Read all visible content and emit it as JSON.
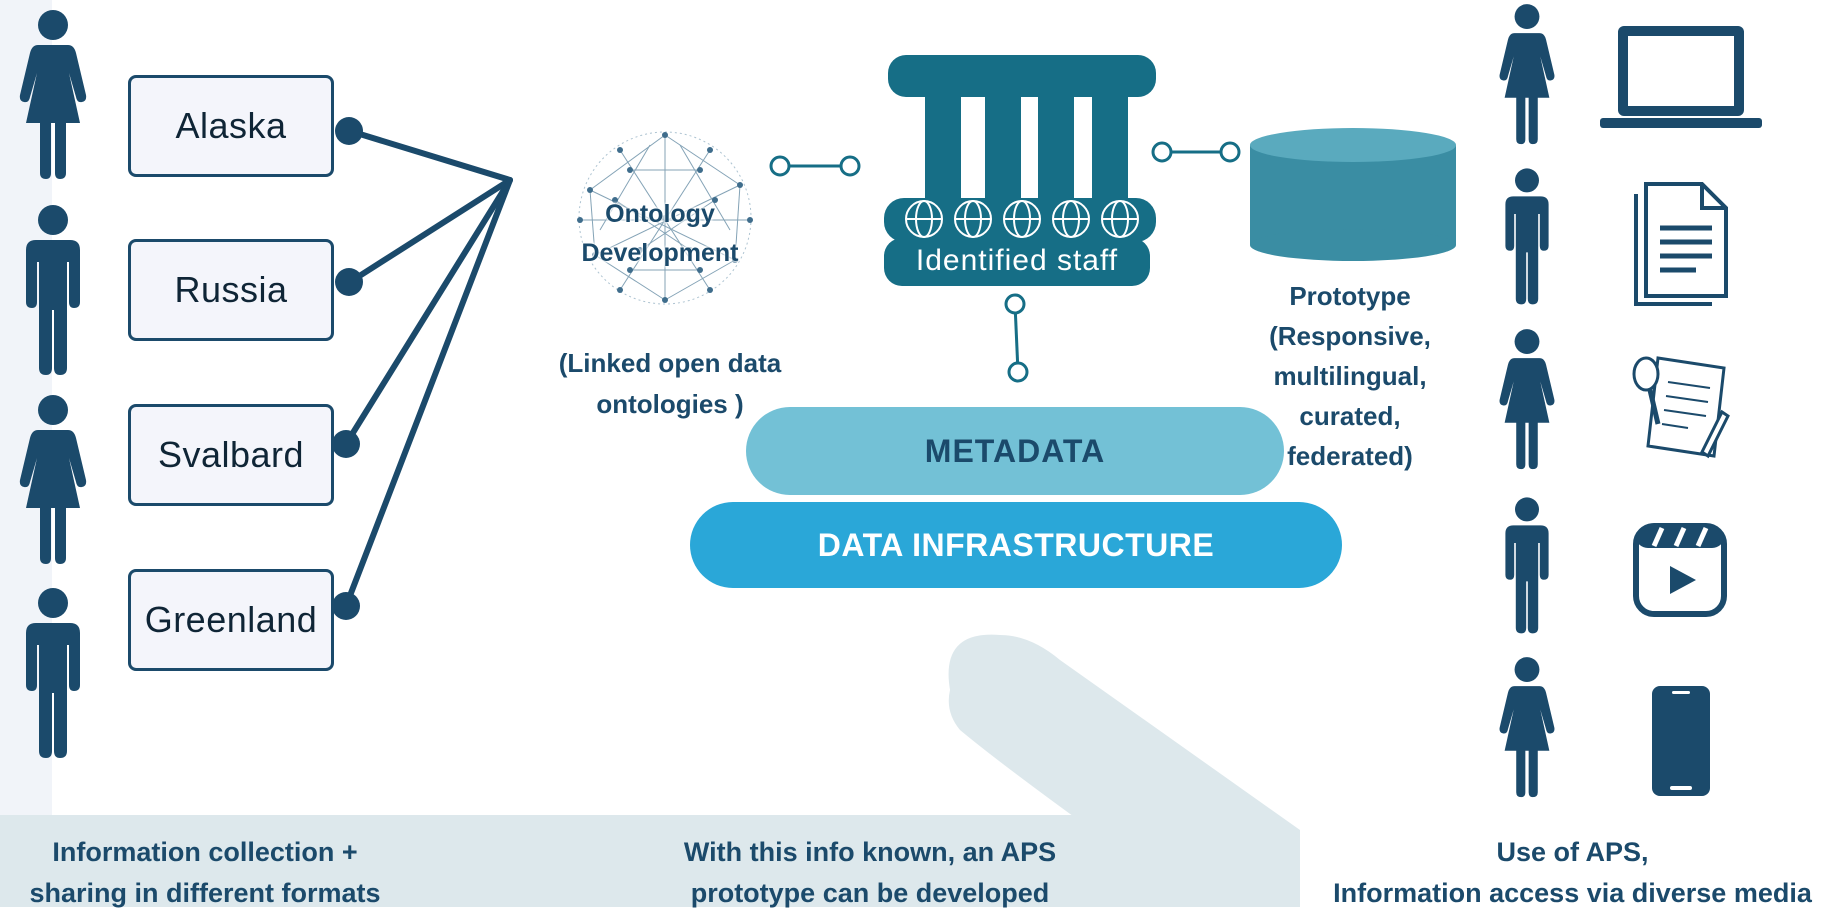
{
  "regions": [
    "Alaska",
    "Russia",
    "Svalbard",
    "Greenland"
  ],
  "ontology": {
    "title_lines": [
      "Ontology",
      "Development"
    ],
    "caption_lines": [
      "(Linked open data",
      "ontologies )"
    ]
  },
  "staff": {
    "label": "Identified staff"
  },
  "prototype": {
    "caption_lines": [
      "Prototype",
      "(Responsive,",
      "multilingual,",
      "curated,",
      "federated)"
    ]
  },
  "layers": {
    "metadata": "METADATA",
    "infrastructure": "DATA INFRASTRUCTURE"
  },
  "bottom": {
    "left_lines": [
      "Information collection +",
      "sharing in different formats"
    ],
    "middle_lines": [
      "With this info known, an APS",
      "prototype can be developed"
    ],
    "right_lines": [
      "Use of APS,",
      "Information access via diverse media"
    ]
  },
  "colors": {
    "navy": "#1b4a6b",
    "teal": "#166e86",
    "metadata": "#73c1d6",
    "infrastructure": "#2aa7d8",
    "cylinder": "#3a8da3",
    "arrow": "#dde8ec"
  },
  "icons": {
    "left_people": [
      "woman-icon",
      "man-icon",
      "woman-icon",
      "man-icon"
    ],
    "right_people": [
      "woman-icon",
      "man-icon",
      "woman-icon",
      "man-icon",
      "woman-icon"
    ],
    "media": [
      "laptop-icon",
      "document-icon",
      "notes-microphone-icon",
      "video-icon",
      "smartphone-icon"
    ]
  }
}
